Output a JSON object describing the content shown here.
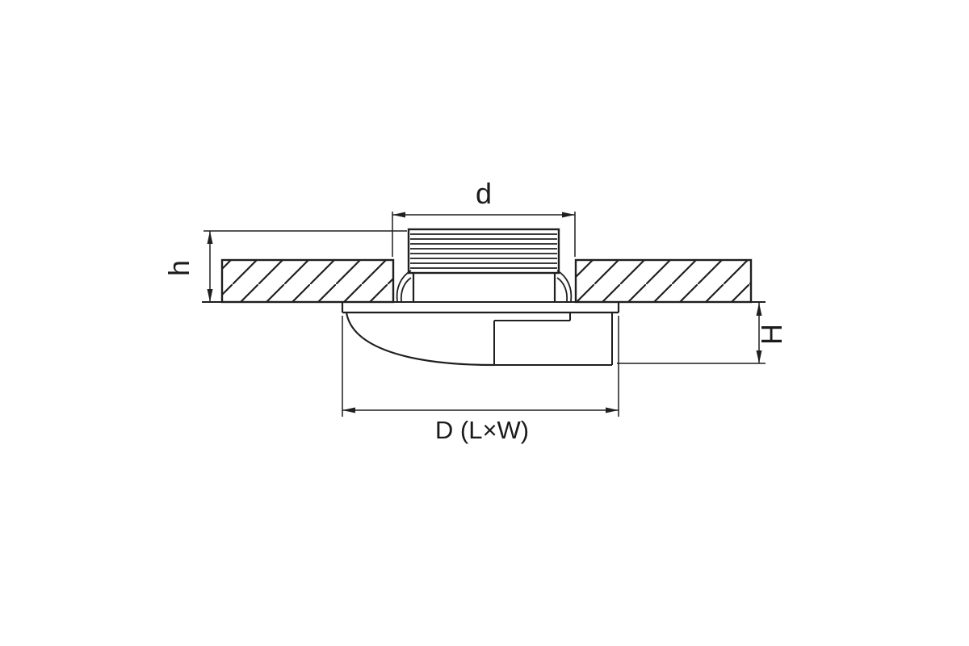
{
  "diagram": {
    "type": "technical-dimension-drawing",
    "subject": "recessed-downlight-cross-section",
    "dimension_labels": {
      "d": "d",
      "h": "h",
      "H": "H",
      "D": "D (L×W)"
    },
    "colors": {
      "line": "#1f1f1f",
      "background": "#ffffff"
    }
  }
}
